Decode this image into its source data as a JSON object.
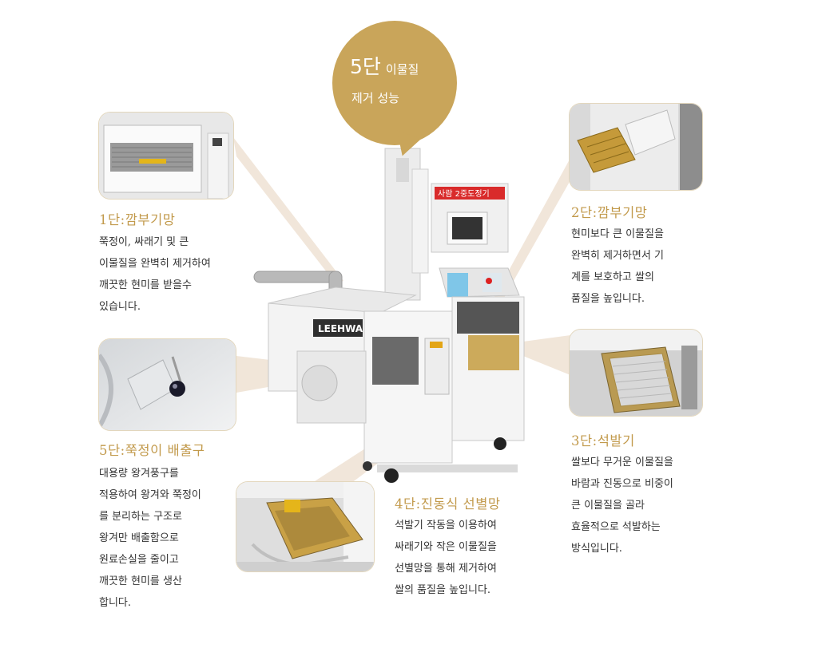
{
  "badge": {
    "big": "5단",
    "small": "이물질",
    "line2": "제거 성능"
  },
  "machine": {
    "brand": "LEEHWA"
  },
  "sections": [
    {
      "title": "1단:깜부기망",
      "lines": [
        "쭉정이, 싸래기 및 큰",
        "이물질을 완벽히 제거하여",
        "깨끗한 현미를 받을수",
        "있습니다."
      ]
    },
    {
      "title": "2단:깜부기망",
      "lines": [
        "현미보다 큰 이물질을",
        "완벽히 제거하면서 기",
        "계를 보호하고 쌀의",
        "품질을 높입니다."
      ]
    },
    {
      "title": "3단:석발기",
      "lines": [
        "쌀보다 무거운 이물질을",
        "바람과 진동으로 비중이",
        "큰 이물질을 골라",
        "효율적으로 석발하는",
        "방식입니다."
      ]
    },
    {
      "title": "4단:진동식 선별망",
      "lines": [
        "석발기 작동을 이용하여",
        "싸래기와 작은 이물질을",
        "선별망을 통해 제거하여",
        "쌀의 품질을 높입니다."
      ]
    },
    {
      "title": "5단:쭉정이 배출구",
      "lines": [
        "대용량 왕겨풍구를",
        "적용하여 왕겨와 쭉정이",
        "를 분리하는 구조로",
        "왕겨만 배출함으로",
        "원료손실을 줄이고",
        "깨끗한 현미를 생산",
        "합니다."
      ]
    }
  ],
  "colors": {
    "accent": "#c9a55a",
    "title_gold": "#c29a4c",
    "beam": "#efe2d3"
  }
}
